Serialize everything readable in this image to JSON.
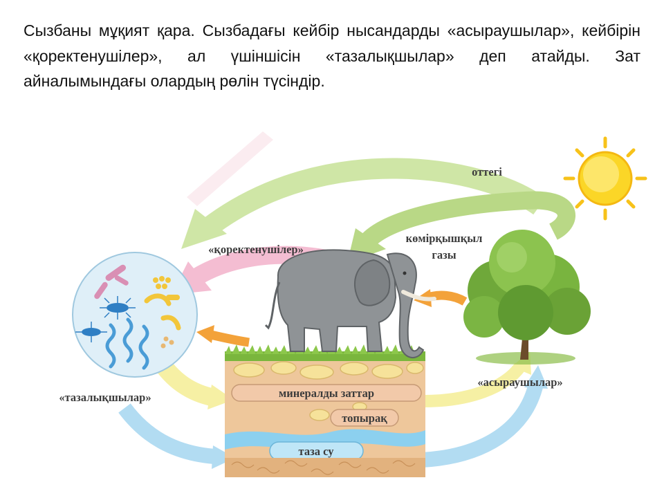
{
  "instruction": "Сызбаны мұқият қара. Сызбадағы кейбір нысандарды «асыраушылар», кейбірін «қоректенушілер», ал үшіншісін «тазалықшылар» деп атайды. Зат айналымындағы олардың рөлін түсіндір.",
  "diagram": {
    "labels": {
      "oxygen": "оттегі",
      "co2_line1": "көмірқышқыл",
      "co2_line2": "газы",
      "consumers": "«қоректенушілер»",
      "producers": "«асыраушылар»",
      "decomposers": "«тазалықшылар»",
      "minerals": "минералды заттар",
      "soil": "топырақ",
      "water": "таза су"
    },
    "icons": [
      "sun-icon",
      "tree-icon",
      "elephant-icon",
      "microbes-icon",
      "soil-layers-icon"
    ],
    "colors": {
      "oxygen_arrow": "#c9e29a",
      "co2_arrow": "#b5d57f",
      "consumer_arrow": "#f2b3cc",
      "decomposer_arrow": "#f4ee97",
      "water_arrow": "#a9d6ef",
      "feeding_arrow": "#f3a23a",
      "soil": "#eec79b",
      "water_band": "#8cd0ef"
    }
  }
}
